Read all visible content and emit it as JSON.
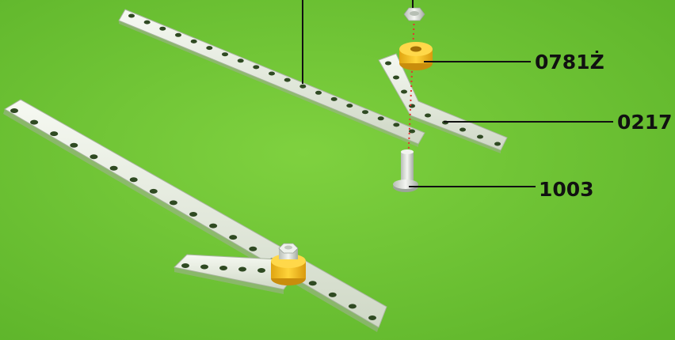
{
  "callouts": {
    "washer": "0781Ż",
    "angle_strip": "0217",
    "bolt": "1003"
  },
  "colors": {
    "background": "#6cc530",
    "strip": "#e9f0e2",
    "washer": "#f5c21f",
    "leader": "#111111",
    "axis_dots": "#e3342f"
  }
}
